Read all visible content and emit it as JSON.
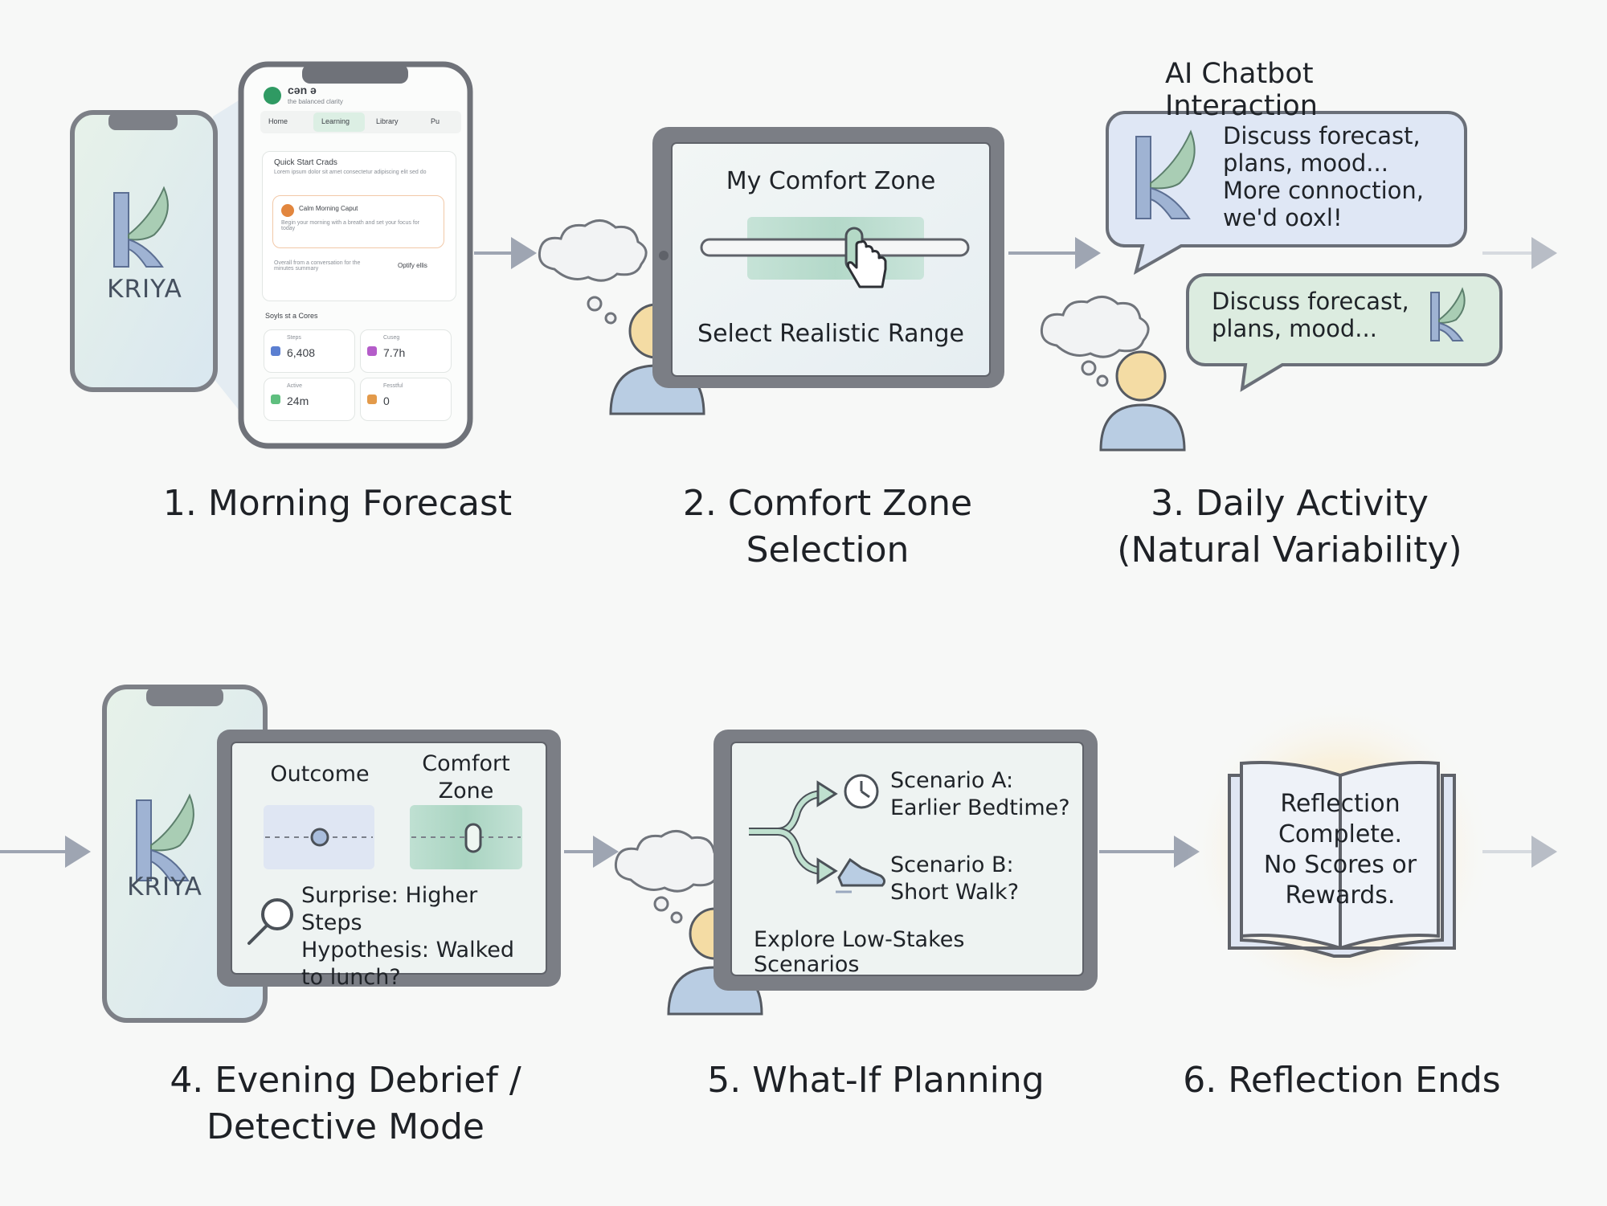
{
  "header": {
    "chatbot_title": "AI Chatbot Interaction"
  },
  "steps": [
    {
      "caption": "1. Morning Forecast"
    },
    {
      "caption": "2. Comfort Zone\nSelection"
    },
    {
      "caption": "3. Daily Activity\n(Natural Variability)"
    },
    {
      "caption": "4. Evening Debrief /\nDetective Mode"
    },
    {
      "caption": "5. What-If Planning"
    },
    {
      "caption": "6. Reflection Ends"
    }
  ],
  "step1": {
    "brand": "KRIYA",
    "app": {
      "name": "cən ə",
      "subtitle": "the balanced clarity",
      "tabs": [
        "Home",
        "Learning",
        "Library",
        "Pu"
      ],
      "quick_start": {
        "title": "Quick Start Crads",
        "desc": "Lorem ipsum dolor sit amet consectetur adipiscing elit sed do"
      },
      "calm_card": {
        "title": "Calm Morning Caput",
        "desc": "Begin your morning with a breath and set your focus for today"
      },
      "footer_row": {
        "left": "Overall from a conversation for the minutes summary",
        "right": "Optify ellis"
      },
      "stats_title": "Soyls st a Cores",
      "stats": [
        {
          "label": "Steps",
          "value": "6,408",
          "color": "#5b7fd1"
        },
        {
          "label": "Cuseg",
          "value": "7.7h",
          "color": "#b45cc9"
        },
        {
          "label": "Active",
          "value": "24m",
          "color": "#5fbf7f"
        },
        {
          "label": "Fesstful",
          "value": "0",
          "color": "#e39a4a"
        }
      ]
    }
  },
  "step2": {
    "title": "My Comfort Zone",
    "subtitle": "Select Realistic Range"
  },
  "step3": {
    "bubble1": "Discuss forecast,\nplans, mood...\nMore connoction,\nwe'd ooxl!",
    "bubble2": "Discuss forecast,\nplans, mood..."
  },
  "step4": {
    "brand": "KRIYA",
    "outcome_label": "Outcome",
    "comfort_label": "Comfort\nZone",
    "insight": "Surprise: Higher Steps\nHypothesis: Walked\nto lunch?"
  },
  "step5": {
    "scenario_a": "Scenario A:\nEarlier Bedtime?",
    "scenario_b": "Scenario B:\nShort Walk?",
    "footer": "Explore Low-Stakes Scenarios"
  },
  "step6": {
    "book_text": "Reflection\nComplete.\nNo Scores or\nRewards."
  },
  "colors": {
    "accent_green": "#9cc9b2",
    "accent_blue": "#dfe7f5",
    "bubble_green": "#dcece0",
    "person_head": "#f4dca4",
    "person_body": "#b9cde3",
    "arrow": "#9ea5b2",
    "glow": "#fbe3a6"
  }
}
